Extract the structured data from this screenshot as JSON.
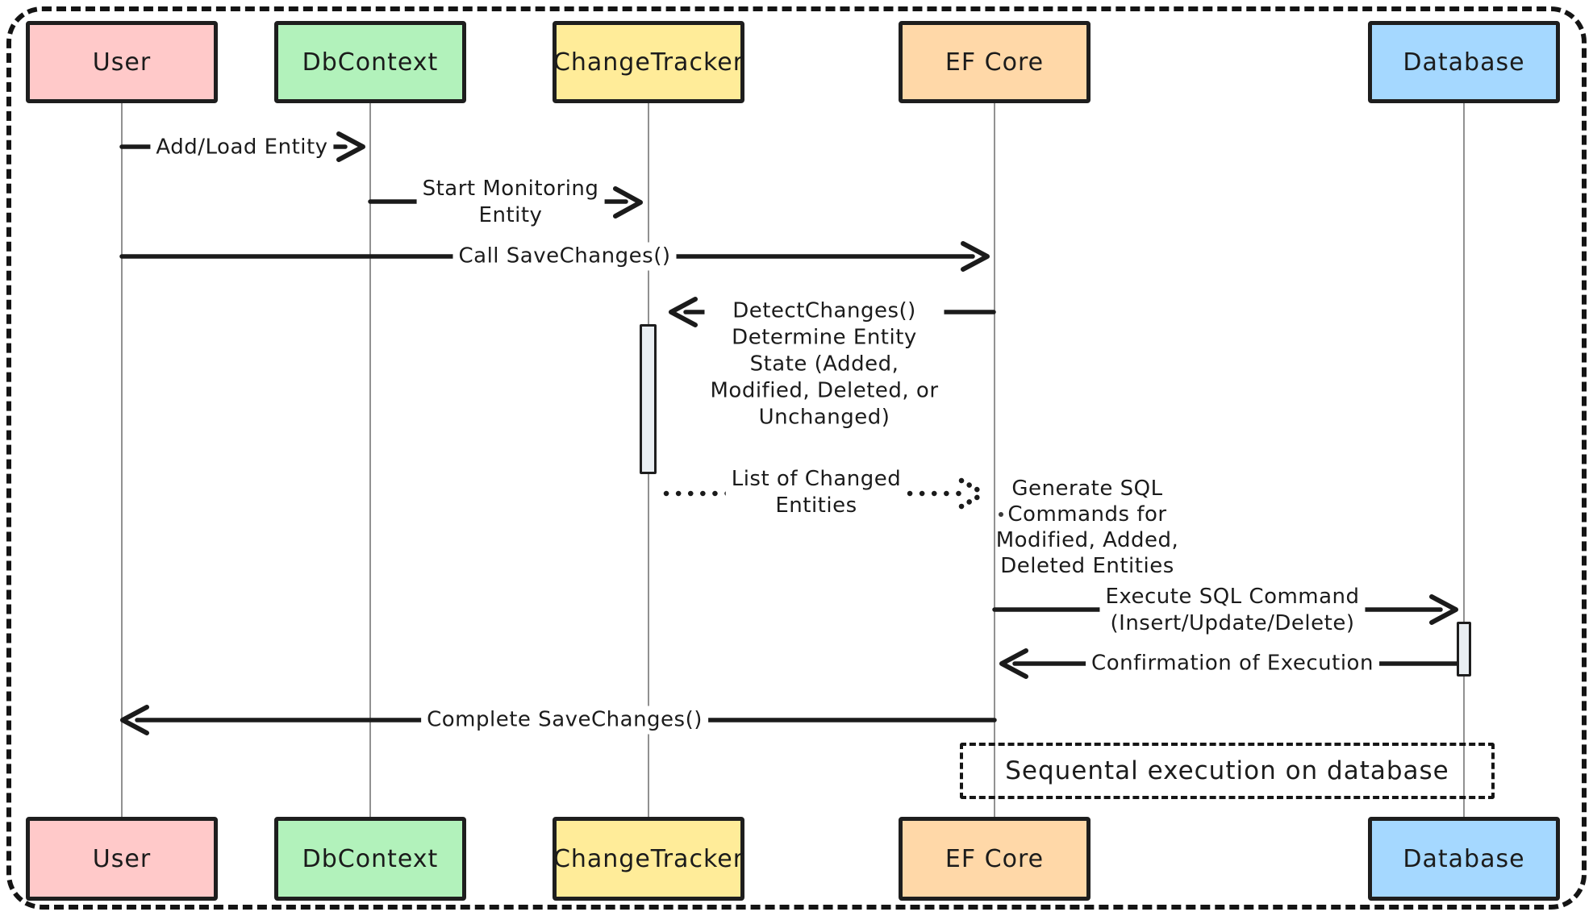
{
  "actors": [
    {
      "label": "User",
      "fill": "#ffc9c9"
    },
    {
      "label": "DbContext",
      "fill": "#b2f2bb"
    },
    {
      "label": "ChangeTracker",
      "fill": "#ffec99"
    },
    {
      "label": "EF Core",
      "fill": "#ffd8a8"
    },
    {
      "label": "Database",
      "fill": "#a5d8ff"
    }
  ],
  "messages": {
    "add_load_entity": "Add/Load Entity",
    "start_monitoring": "Start Monitoring\nEntity",
    "call_savechanges": "Call SaveChanges()",
    "detect_changes": "DetectChanges()\nDetermine Entity\nState (Added,\nModified, Deleted, or\nUnchanged)",
    "list_of_changed": "List of Changed\nEntities",
    "generate_sql_note": "Generate SQL\nCommands for\nModified, Added,\nDeleted Entities",
    "execute_sql": "Execute SQL Command\n(Insert/Update/Delete)",
    "confirmation": "Confirmation of Execution",
    "complete_savechanges": "Complete SaveChanges()"
  },
  "note": {
    "text": "Sequental execution on database"
  },
  "colors": {
    "stroke": "#1b1b1b",
    "lifeline": "#919191",
    "activation_fill": "#e9eef2",
    "background": "#ffffff"
  }
}
